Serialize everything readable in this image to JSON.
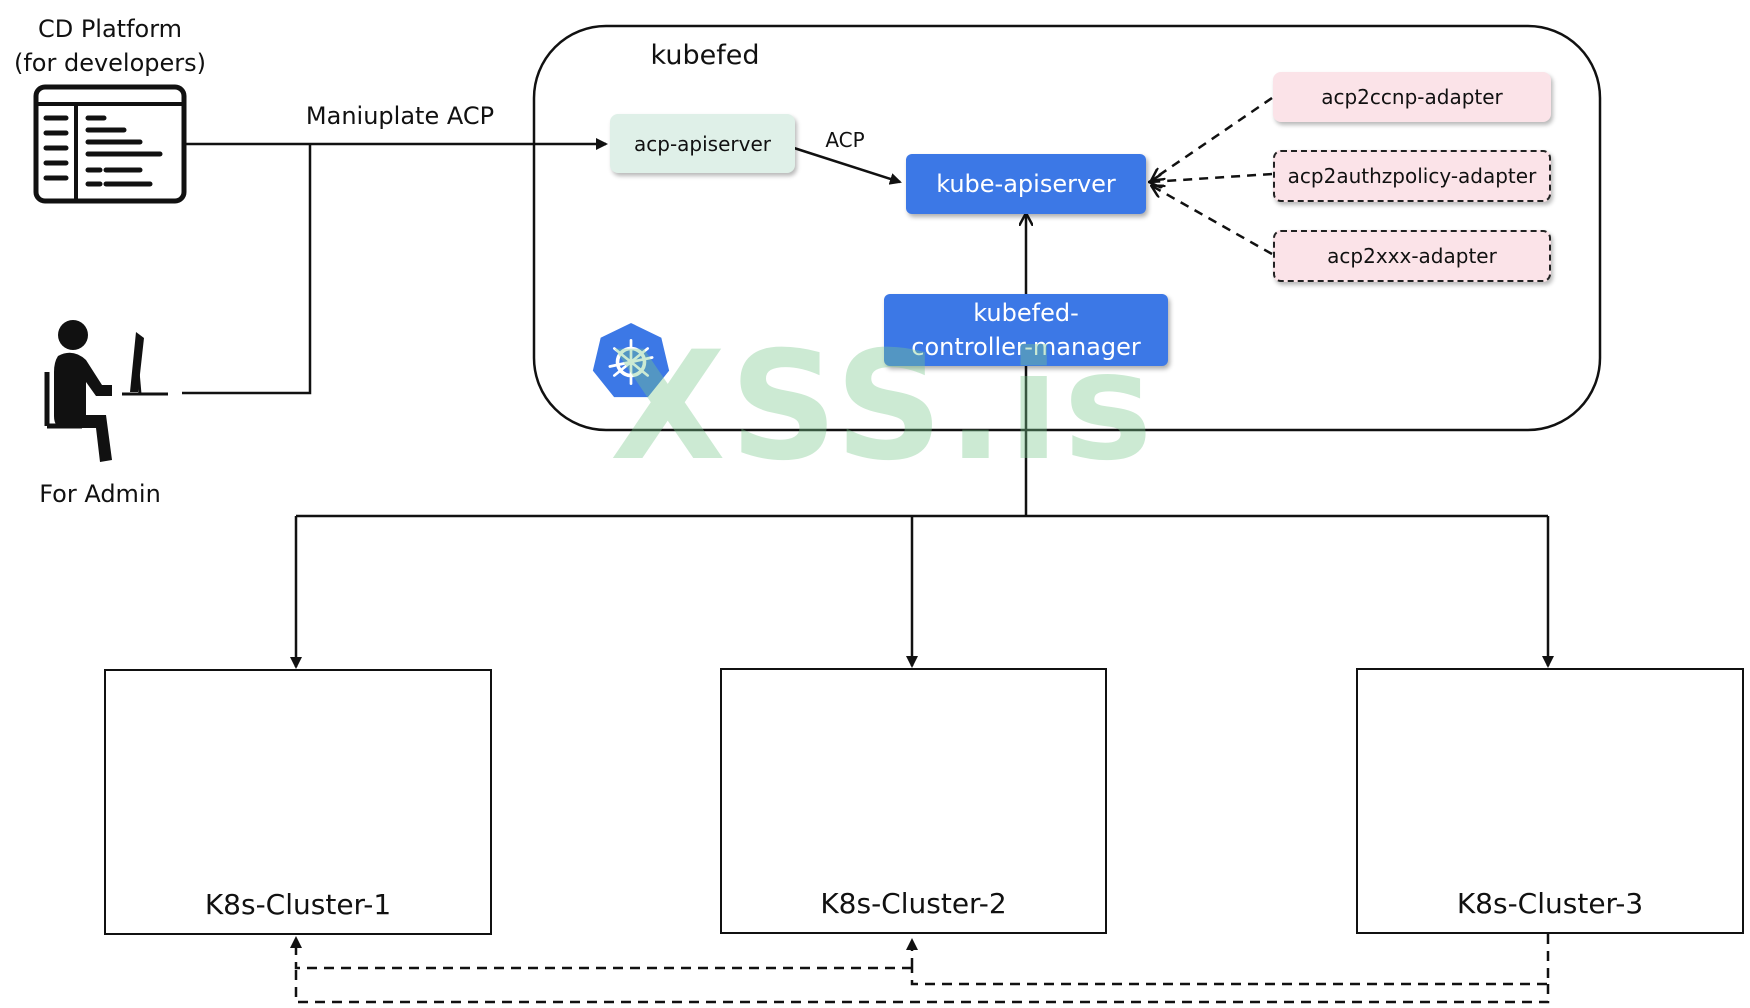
{
  "actors": {
    "cd_platform": {
      "line1": "CD Platform",
      "line2": "(for developers)"
    },
    "admin": {
      "label": "For Admin"
    }
  },
  "edges": {
    "manipulate_label": "Maniuplate ACP",
    "acp_label": "ACP"
  },
  "kubefed": {
    "title": "kubefed",
    "acp_apiserver": "acp-apiserver",
    "kube_apiserver": "kube-apiserver",
    "controller_line1": "kubefed-",
    "controller_line2": "controller-manager",
    "adapters": [
      "acp2ccnp-adapter",
      "acp2authzpolicy-adapter",
      "acp2xxx-adapter"
    ]
  },
  "clusters": [
    "K8s-Cluster-1",
    "K8s-Cluster-2",
    "K8s-Cluster-3"
  ],
  "watermark": "XSS.is",
  "colors": {
    "k8s_blue": "#3c78e6",
    "acp_green": "#dff0e8",
    "adapter_pink": "#fbe3e8"
  }
}
